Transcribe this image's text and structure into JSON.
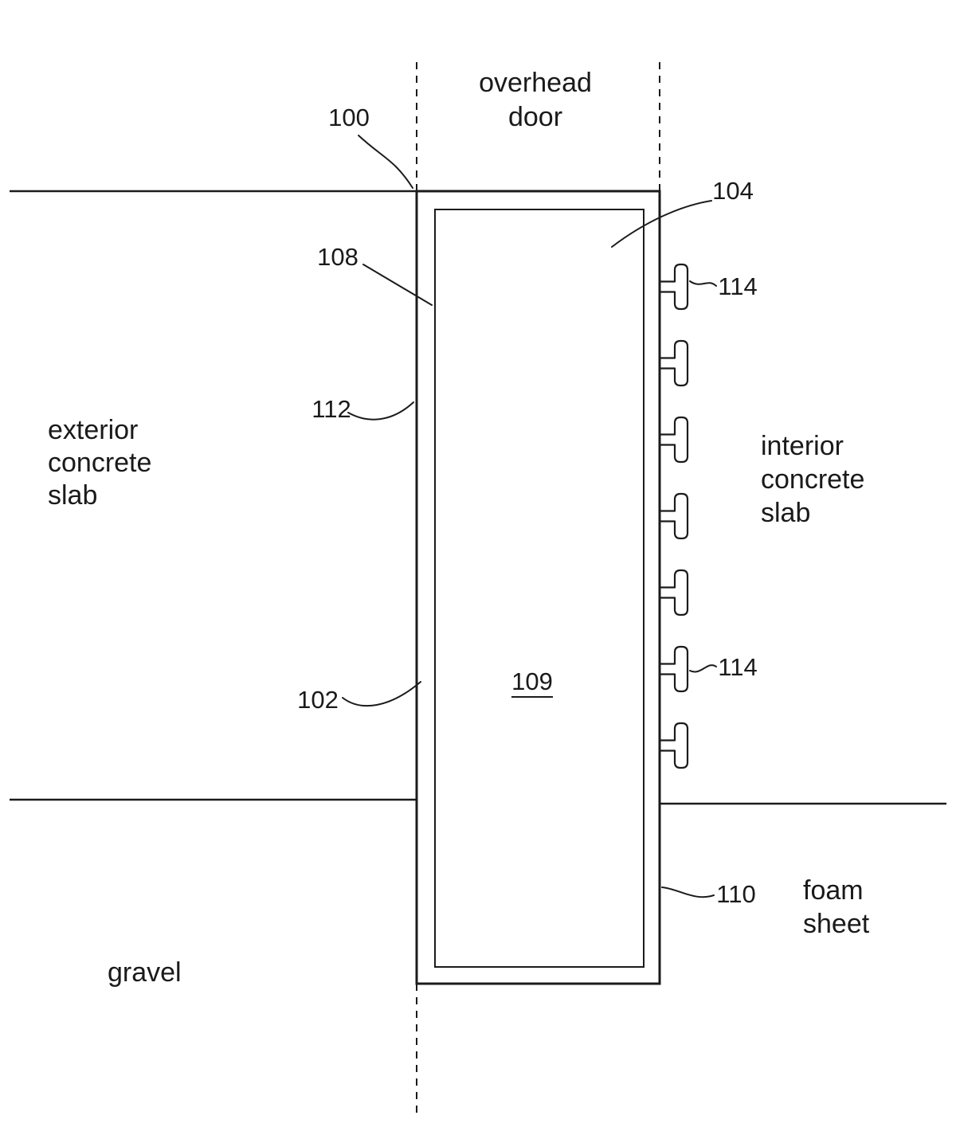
{
  "figure": {
    "labels": {
      "overhead_door": {
        "line1": "overhead",
        "line2": "door"
      },
      "exterior_slab": {
        "line1": "exterior",
        "line2": "concrete",
        "line3": "slab"
      },
      "interior_slab": {
        "line1": "interior",
        "line2": "concrete",
        "line3": "slab"
      },
      "gravel": "gravel",
      "foam_sheet": {
        "line1": "foam",
        "line2": "sheet"
      }
    },
    "reference_numerals": {
      "r100": "100",
      "r102": "102",
      "r104": "104",
      "r108": "108",
      "r109": "109",
      "r110": "110",
      "r112": "112",
      "r114a": "114",
      "r114b": "114"
    }
  }
}
